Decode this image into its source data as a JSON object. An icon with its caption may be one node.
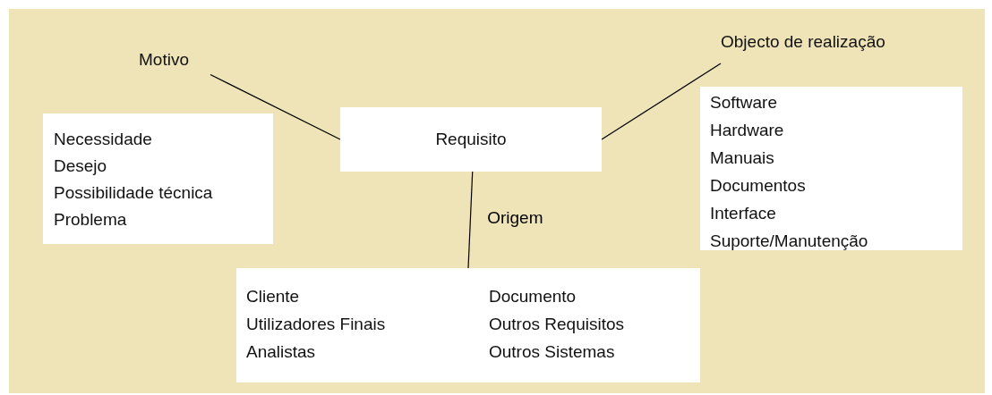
{
  "diagram": {
    "nodes": [
      {
        "text": [
          "Motivo"
        ]
      },
      {
        "text": [
          "Objecto de realização"
        ]
      },
      {
        "text": [
          "Necessidade",
          "Desejo",
          "Possibilidade técnica",
          "Problema"
        ]
      },
      {
        "text": [
          "Requisito"
        ]
      },
      {
        "text": [
          "Software",
          "Hardware",
          "Manuais",
          "Documentos",
          "Interface",
          "Suporte/Manutenção"
        ]
      },
      {
        "text": [
          "Cliente",
          "Utilizadores Finais",
          "Analistas",
          "Documento",
          "Outros Requisitos",
          "Outros Sistemas"
        ]
      }
    ],
    "edges": [
      {
        "from": 0,
        "to": 3,
        "arrow": "none"
      },
      {
        "from": 1,
        "to": 3,
        "arrow": "none"
      },
      {
        "from": 3,
        "to": 5,
        "arrow": "none",
        "label": "Origem"
      }
    ]
  }
}
